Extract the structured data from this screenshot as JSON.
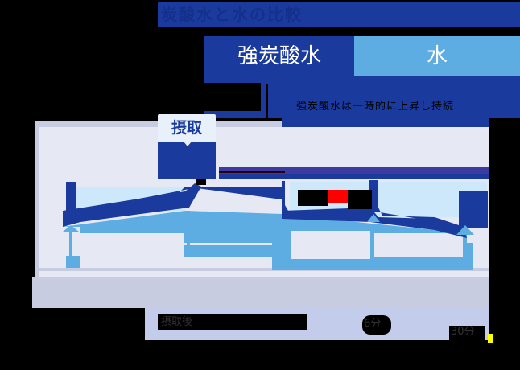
{
  "title": "炭酸水と水の比較",
  "legend": {
    "strong_carbonated": {
      "label": "強炭酸水",
      "color": "#1a3a9e"
    },
    "water": {
      "label": "水",
      "color": "#5dade2"
    }
  },
  "note": {
    "text": "強炭酸水は一時的に上昇し持続"
  },
  "callout": {
    "label": "摂取"
  },
  "colors": {
    "dark_blue": "#1a3a9e",
    "light_blue": "#5dade2",
    "pale_blue": "#cde8fb",
    "background_panel": "#e6e8f4",
    "frame": "#c8cce0",
    "highlight_red": "#ff0000"
  },
  "axis": {
    "x_labels": [
      "摂取後",
      "6分",
      "30分"
    ]
  },
  "chart_data": {
    "type": "area",
    "title": "炭酸水と水の比較",
    "series": [
      {
        "name": "強炭酸水",
        "color": "#1a3a9e",
        "points": [
          [
            82,
            262
          ],
          [
            230,
            238
          ],
          [
            350,
            262
          ],
          [
            462,
            268
          ],
          [
            580,
            262
          ]
        ]
      },
      {
        "name": "水",
        "color": "#5dade2",
        "points": [
          [
            82,
            282
          ],
          [
            230,
            262
          ],
          [
            350,
            266
          ],
          [
            462,
            278
          ],
          [
            580,
            290
          ]
        ]
      }
    ],
    "annotations": [
      "摂取"
    ],
    "xlabel": "",
    "ylabel": ""
  }
}
